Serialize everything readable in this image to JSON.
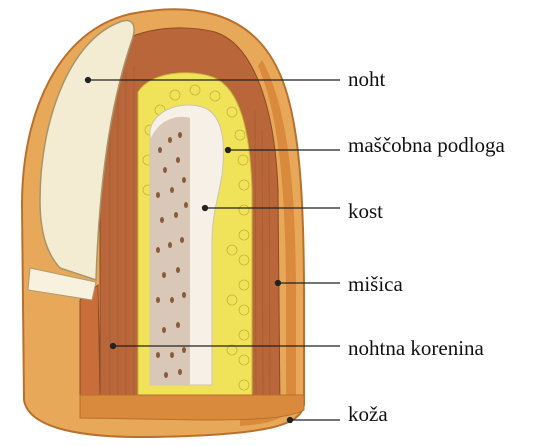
{
  "labels": {
    "noht": "noht",
    "mascobna_podloga": "maščobna podloga",
    "kost": "kost",
    "misica": "mišica",
    "nohtna_korenina": "nohtna korenina",
    "koza": "koža"
  },
  "colors": {
    "skin": "#e8a85a",
    "skin_dark": "#c9772e",
    "nail": "#f3ecd2",
    "muscle": "#b8663a",
    "fat": "#f0e35a",
    "bone": "#f6f0e6",
    "marrow": "#8a5a3a",
    "leader": "#222222"
  }
}
